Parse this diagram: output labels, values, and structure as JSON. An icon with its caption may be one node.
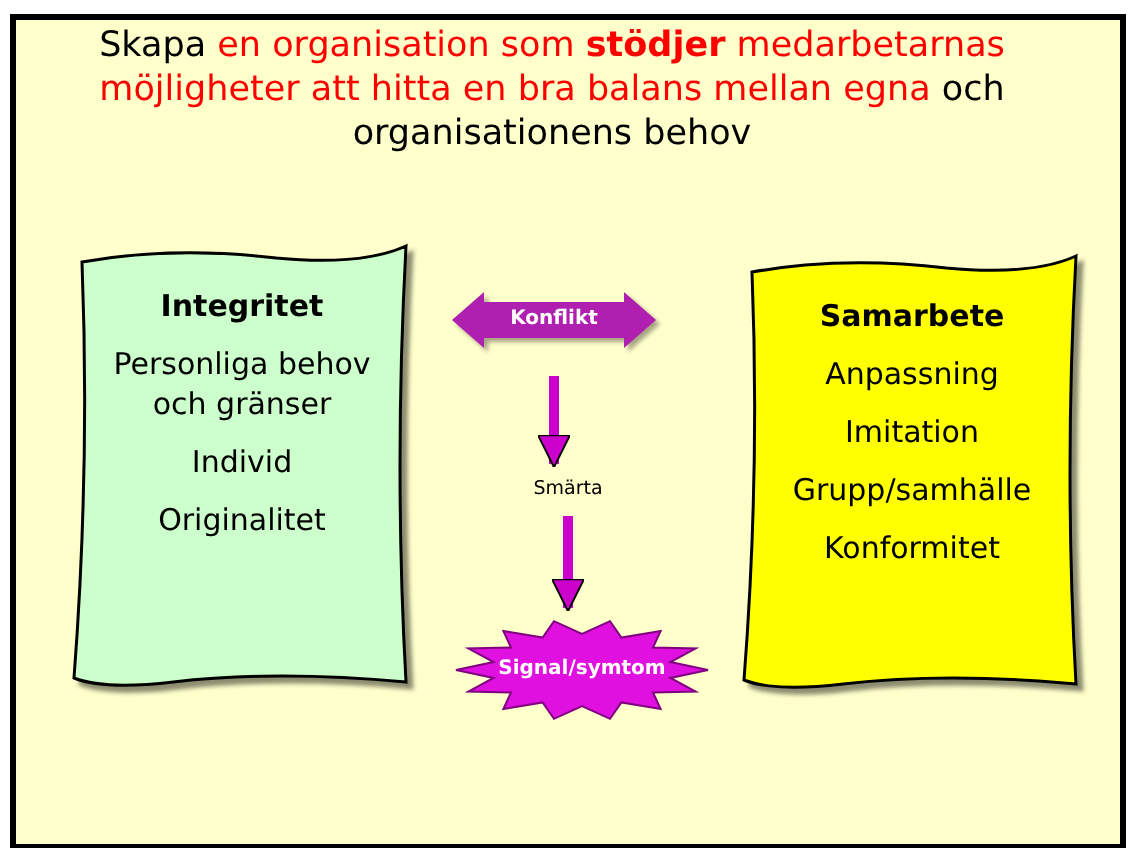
{
  "diagram": {
    "title": "Skapa en organisation som **stödjer** medarbetarnas möjligheter att hitta en bra balans mellan egna och organisationens behov",
    "nodes": [
      {
        "text": [
          "Integritet",
          "Personliga behov och gränser",
          "Individ",
          "Originalitet"
        ]
      },
      {
        "text": [
          "Konflikt"
        ]
      },
      {
        "text": [
          "Smärta"
        ]
      },
      {
        "text": [
          "Signal/symtom"
        ]
      },
      {
        "text": [
          "Samarbete",
          "Anpassning",
          "Imitation",
          "Grupp/samhälle",
          "Konformitet"
        ]
      }
    ],
    "edges": [
      {
        "from": 1,
        "to": 2,
        "arrow": "to"
      },
      {
        "from": 2,
        "to": 3,
        "arrow": "to"
      }
    ]
  }
}
